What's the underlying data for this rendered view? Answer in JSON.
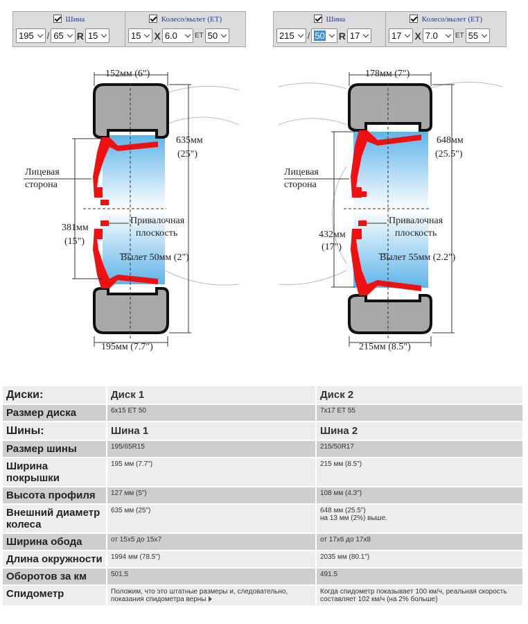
{
  "panels": [
    {
      "tire_label": "Шина",
      "wheel_label": "Колесо/вылет (ET)",
      "tire_width": "195",
      "tire_profile": "65",
      "r_label": "R",
      "tire_rim": "15",
      "slash": "/",
      "wheel_diam": "15",
      "x_label": "X",
      "wheel_width": "6.0",
      "et_label": "ET",
      "wheel_et": "50"
    },
    {
      "tire_label": "Шина",
      "wheel_label": "Колесо/вылет (ET)",
      "tire_width": "215",
      "tire_profile": "50",
      "r_label": "R",
      "tire_rim": "17",
      "slash": "/",
      "wheel_diam": "17",
      "x_label": "X",
      "wheel_width": "7.0",
      "et_label": "ET",
      "wheel_et": "55"
    }
  ],
  "diagrams": [
    {
      "top_width": "152",
      "top_width_in": "(6\")",
      "outer_diam": "635",
      "outer_diam_in": "(25\")",
      "rim_diam": "381",
      "rim_diam_in": "(15\")",
      "offset": "50",
      "offset_in": "(2\")",
      "tire_width": "195",
      "tire_width_in": "(7.7\")"
    },
    {
      "top_width": "178",
      "top_width_in": "(7\")",
      "outer_diam": "648",
      "outer_diam_in": "(25.5\")",
      "rim_diam": "432",
      "rim_diam_in": "(17\")",
      "offset": "55",
      "offset_in": "(2.2\")",
      "tire_width": "215",
      "tire_width_in": "(8.5\")"
    }
  ],
  "labels": {
    "mm": "мм",
    "face_1": "Лицевая",
    "face_2": "сторона",
    "mount_1": "Привалочная",
    "mount_2": "плоскость",
    "offset_word": "Вылет"
  },
  "colors": {
    "rim": "#ee1111",
    "tire": "#a8a8a8",
    "tire_outline": "#111111",
    "glass": "#7fc6f0"
  },
  "table": {
    "disks_header": "Диски:",
    "disk1": "Диск 1",
    "disk2": "Диск 2",
    "disk_size_label": "Размер диска",
    "disk_size_1": "6x15 ET 50",
    "disk_size_2": "7x17 ET 55",
    "tires_header": "Шины:",
    "tire1": "Шина 1",
    "tire2": "Шина 2",
    "tire_size_label": "Размер шины",
    "tire_size_1": "195/65R15",
    "tire_size_2": "215/50R17",
    "tire_width_label": "Ширина покрышки",
    "tire_width_1": "195 мм (7.7\")",
    "tire_width_2": "215 мм (8.5\")",
    "profile_label": "Высота профиля",
    "profile_1": "127 мм (5\")",
    "profile_2": "108 мм (4.3\")",
    "outer_label": "Внешний диаметр колеса",
    "outer_1": "635 мм (25\")",
    "outer_2": "648 мм (25.5\")",
    "outer_2_note": "на 13 мм (2%) выше.",
    "rim_w_label": "Ширина обода",
    "rim_w_1": "от 15x5 до 15x7",
    "rim_w_2": "от 17x6 до 17x8",
    "circ_label": "Длина окружности",
    "circ_1": "1994 мм (78.5\")",
    "circ_2": "2035 мм (80.1\")",
    "rev_label": "Оборотов за км",
    "rev_1": "501.5",
    "rev_2": "491.5",
    "speedo_label": "Спидометр",
    "speedo_1": "Положим, что это штатные размеры и, следовательно, показания спидометра верны",
    "speedo_2": "Когда спидометр показывает 100 км/ч, реальная скорость составляет 102 км/ч (на 2% больше)"
  }
}
